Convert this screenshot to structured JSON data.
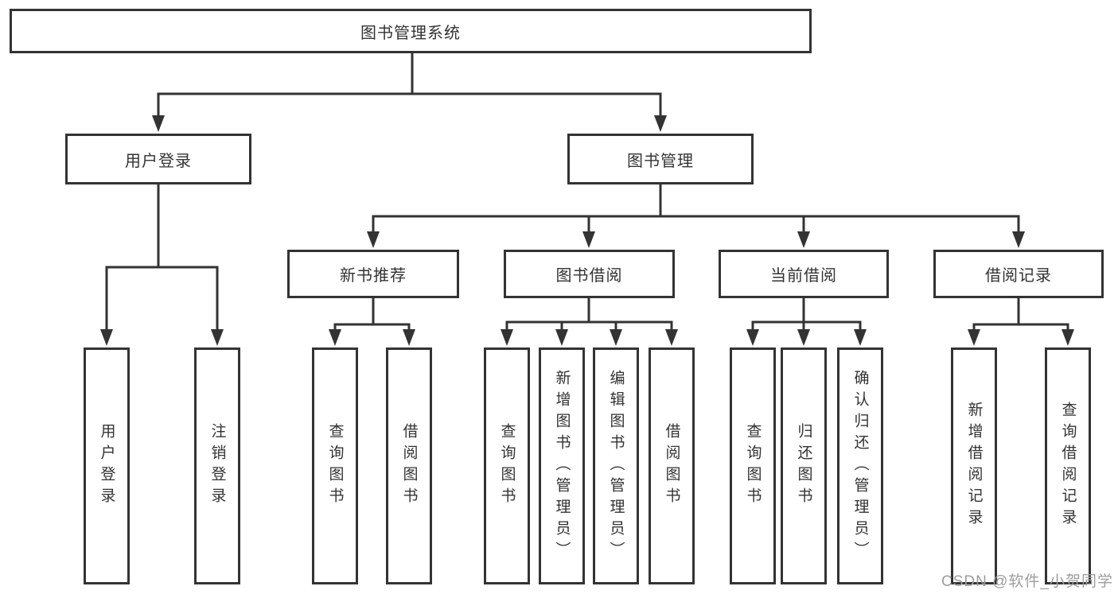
{
  "diagram": {
    "root": {
      "label": "图书管理系统"
    },
    "level2": [
      {
        "label": "用户登录"
      },
      {
        "label": "图书管理"
      }
    ],
    "level3": [
      {
        "label": "新书推荐"
      },
      {
        "label": "图书借阅"
      },
      {
        "label": "当前借阅"
      },
      {
        "label": "借阅记录"
      }
    ],
    "leaves": [
      {
        "label": "用户登录"
      },
      {
        "label": "注销登录"
      },
      {
        "label": "查询图书"
      },
      {
        "label": "借阅图书"
      },
      {
        "label": "查询图书"
      },
      {
        "label": "新增图书（管理员）"
      },
      {
        "label": "编辑图书（管理员）"
      },
      {
        "label": "借阅图书"
      },
      {
        "label": "查询图书"
      },
      {
        "label": "归还图书"
      },
      {
        "label": "确认归还（管理员）"
      },
      {
        "label": "新增借阅记录"
      },
      {
        "label": "查询借阅记录"
      }
    ]
  },
  "watermark": "CSDN @软件_小贺同学",
  "colors": {
    "line": "#333333",
    "text": "#333333",
    "watermark": "#9d9d9d",
    "background": "#ffffff"
  }
}
